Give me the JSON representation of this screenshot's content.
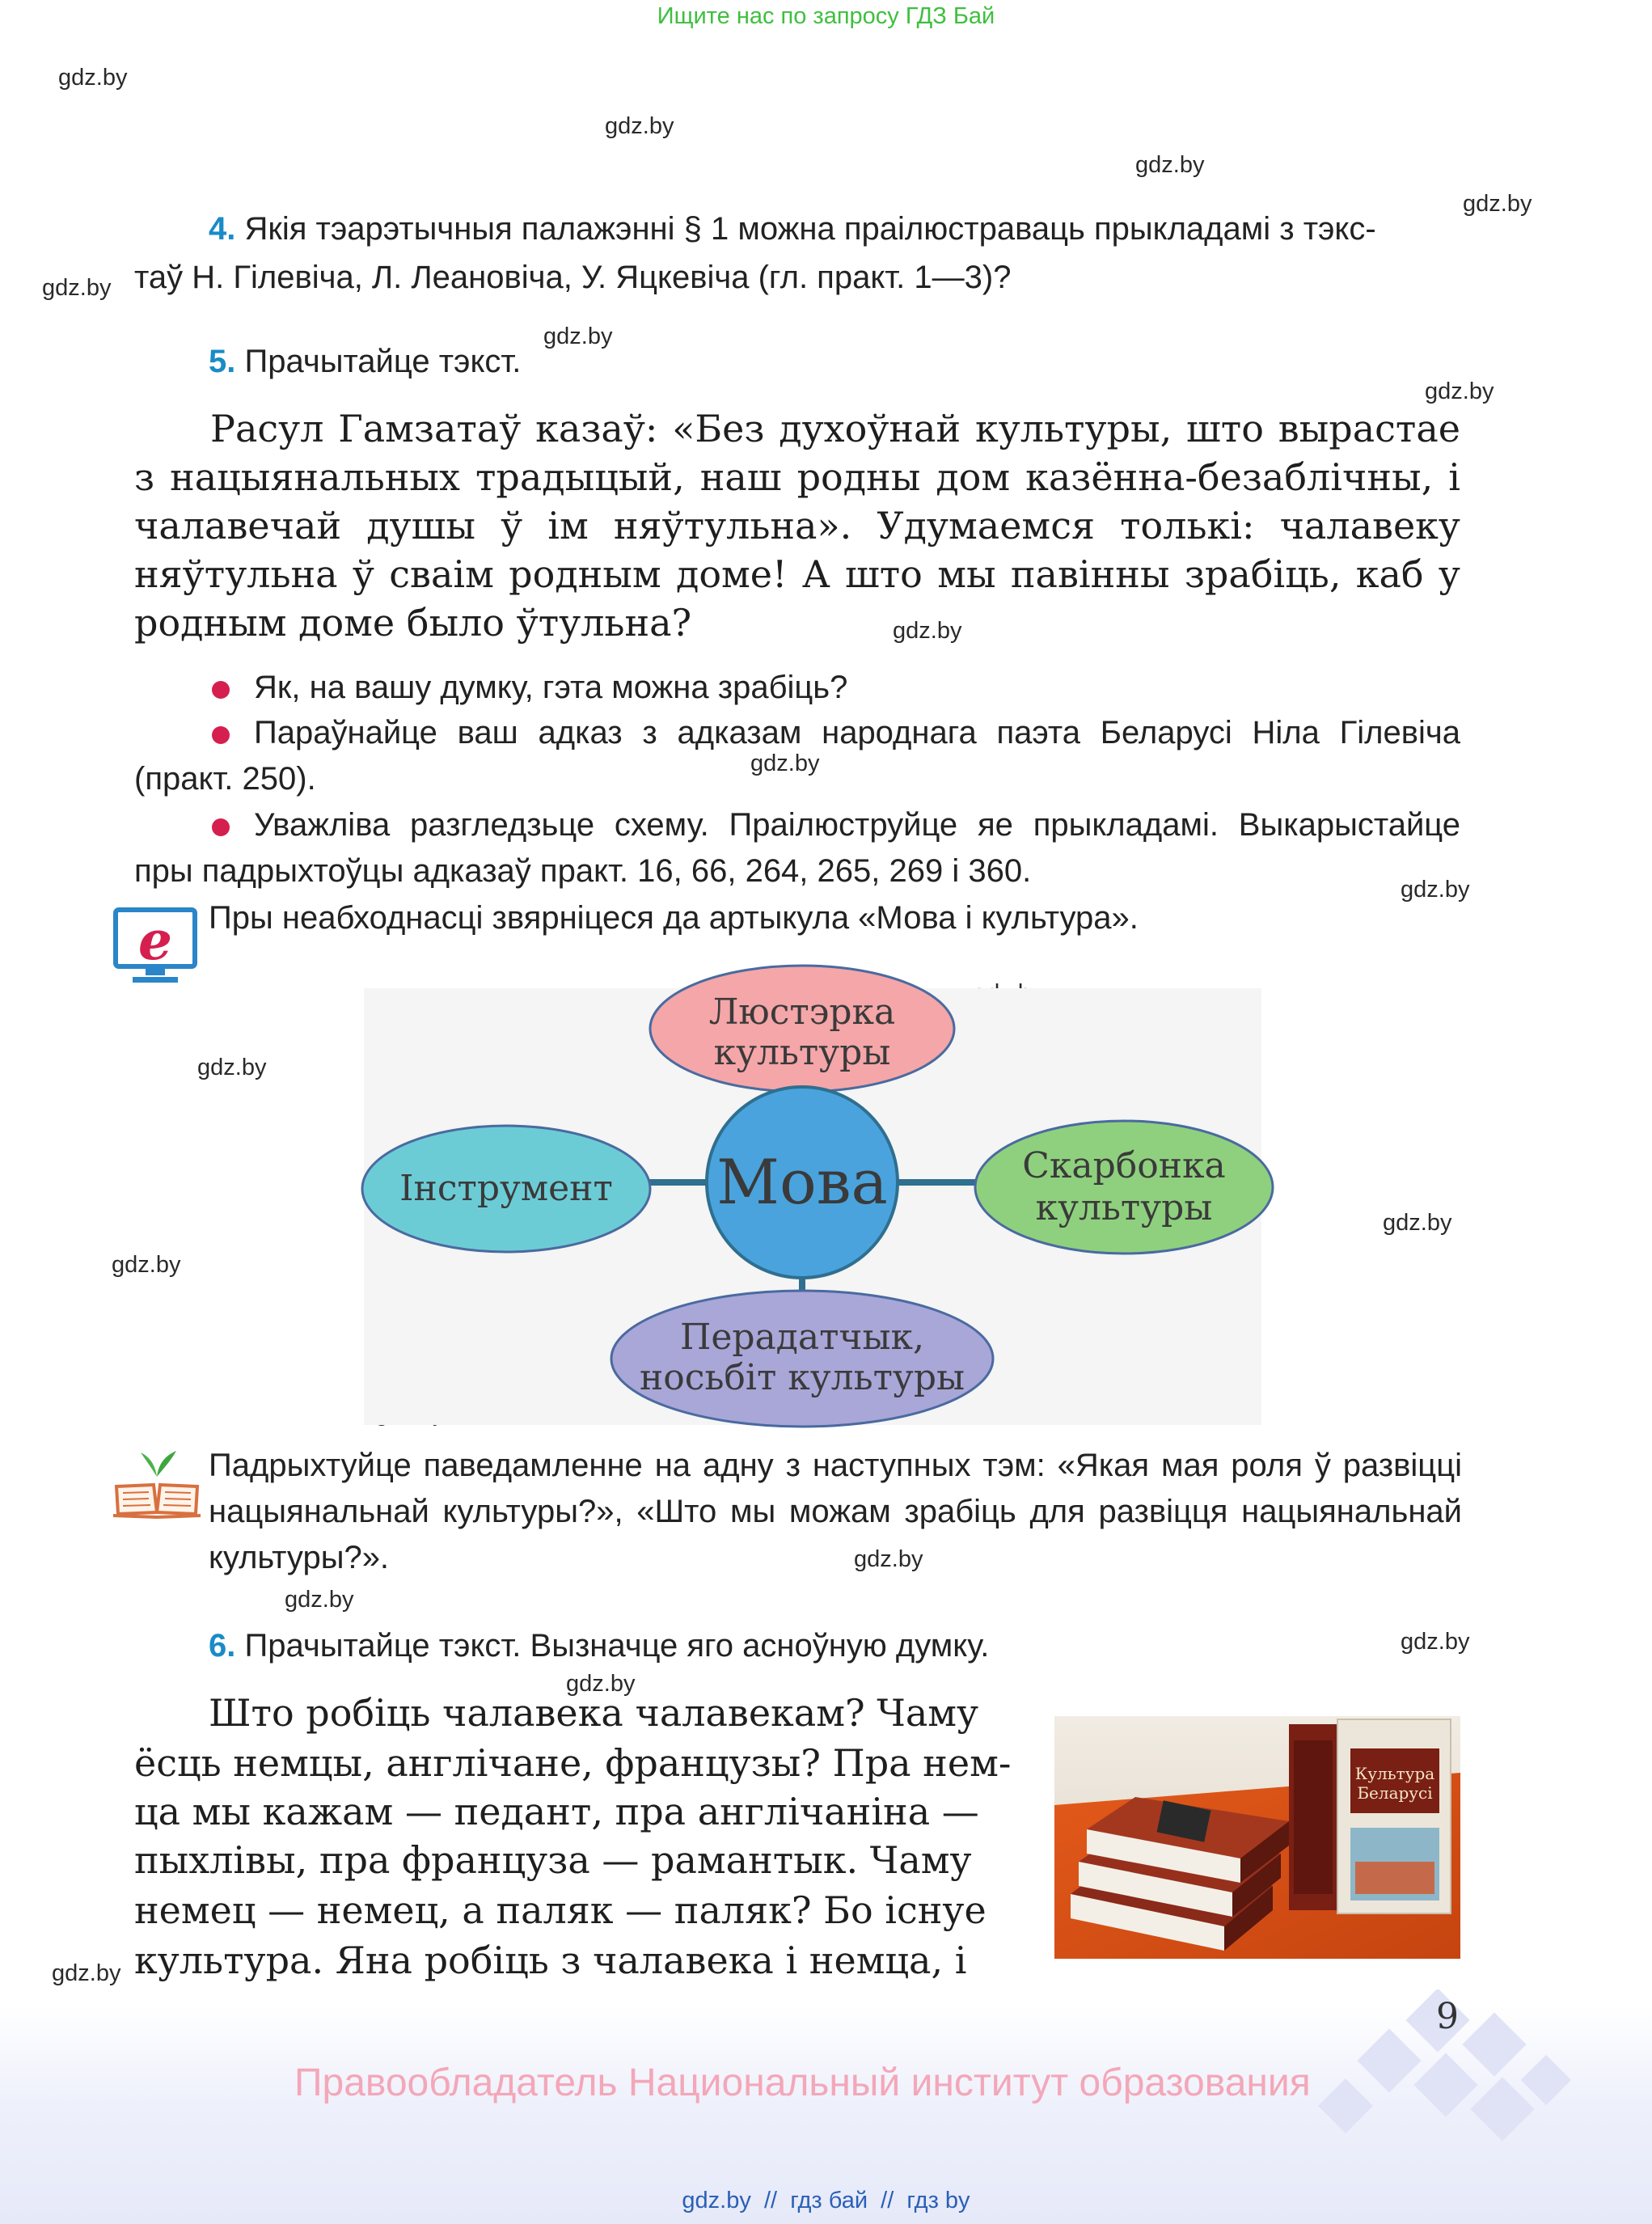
{
  "header": {
    "banner": "Ищите нас по запросу ГДЗ Бай"
  },
  "watermark": "gdz.by",
  "task4": {
    "num": "4.",
    "line1": "Якія тэарэтычныя палажэнні § 1 можна праілюстраваць прыкладамі з тэкс-",
    "line2": "таў Н. Гілевіча, Л. Леановіча, У. Яцкевіча (гл. практ. 1—3)?"
  },
  "task5": {
    "num": "5.",
    "label": "Прачытайце тэкст.",
    "text": "Расул Гамзатаў казаў: «Без духоўнай культуры, што вырастае з нацыянальных традыцый, наш родны дом казённа-безабл­ічны, і чалавечай душы ў ім няўтульна». Удумаемся толькі: чалавеку няўтульна ў сваім родным доме! А што мы павінны зрабіць, каб у родным доме было ўтульна?",
    "bullets": [
      "Як, на вашу думку, гэта можна зрабіць?",
      "Параўнайце ваш адказ з адказам народнага паэта Беларусі Ніла Гілевіча (практ. 250).",
      "Уважліва разгледзьце схему. Праілюструйце яе прыкладамі. Выкарыстайце пры падрыхтоўцы адказаў практ. 16, 66, 264, 265, 269 і 360."
    ],
    "note": "Пры неабходнасці звярніцеся да артыкула «Мова і культура»."
  },
  "diagram": {
    "center": "Мова",
    "top": [
      "Люстэрка",
      "культуры"
    ],
    "left": "Інструмент",
    "right": [
      "Скарбонка",
      "культуры"
    ],
    "bottom": [
      "Перадатчык,",
      "носьбіт культуры"
    ],
    "colors": {
      "center": "#4aa3dd",
      "top": "#f4a6a8",
      "left": "#6cccd6",
      "right": "#8fd07e",
      "bottom": "#a9a6d8",
      "line": "#2f6f8f"
    }
  },
  "project": {
    "text": "Падрыхтуйце паведамленне на адну з наступных тэм: «Якая мая роля ў развіцці нацыянальнай культуры?», «Што мы можам зрабіць для развіцця нацыянальнай культуры?»."
  },
  "task6": {
    "num": "6.",
    "label": "Прачытайце тэкст. Вызначце яго асноўную думку.",
    "lines": [
      "Што робіць чалавека чалавекам? Чаму",
      "ёсць немцы, англічане, французы? Пра нем-",
      "ца мы кажам — педант, пра англічаніна —",
      "пыхлівы, пра француза — рамантык. Чаму",
      "немец — немец, а паляк — паляк? Бо існуе",
      "культура. Яна робіць з чалавека і немца, і"
    ],
    "photo_book_title": [
      "Культура",
      "Беларусі"
    ]
  },
  "footer": {
    "page_number": "9",
    "copyright": "Правообладатель Национальный институт образования",
    "links": "gdz.by  //  гдз бай  //  гдз by"
  }
}
